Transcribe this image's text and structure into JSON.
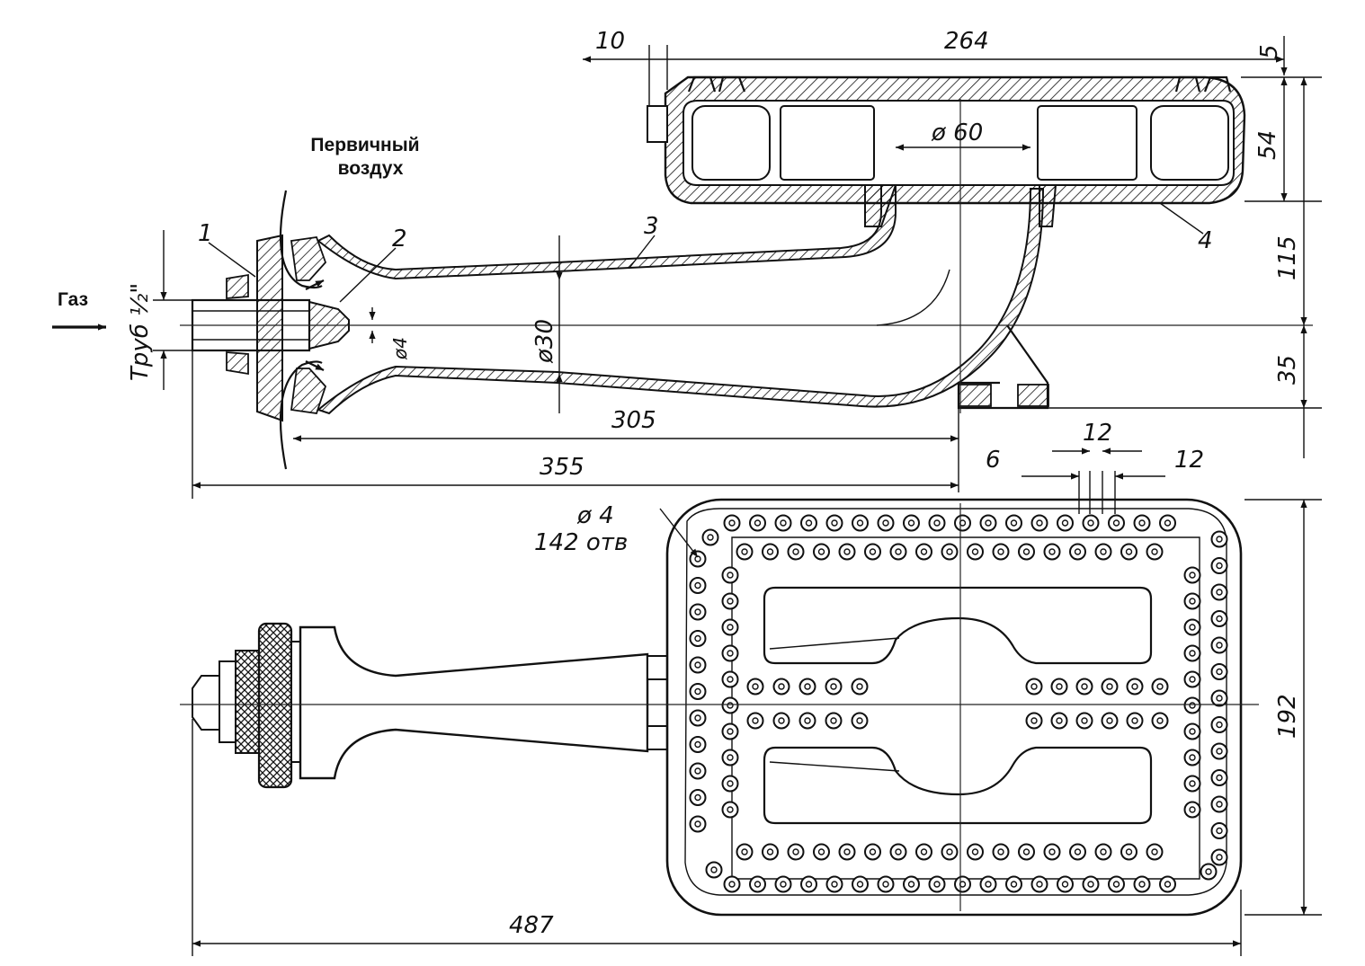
{
  "labels": {
    "primary_air_1": "Первичный",
    "primary_air_2": "воздух",
    "gas": "Газ",
    "pipe": "Труб ½\""
  },
  "callouts": [
    "1",
    "2",
    "3",
    "4"
  ],
  "dimensions": {
    "d10": "10",
    "d264": "264",
    "d5": "5",
    "d54": "54",
    "d60": "ø 60",
    "d115": "115",
    "d35": "35",
    "d30": "ø30",
    "d4_nozzle": "ø4",
    "d305": "305",
    "d355": "355",
    "d6": "6",
    "d12a": "12",
    "d12b": "12",
    "hole_dia": "ø 4",
    "hole_count": "142 отв",
    "d192": "192",
    "d487": "487"
  },
  "colors": {
    "ink": "#111111",
    "paper": "#ffffff"
  }
}
